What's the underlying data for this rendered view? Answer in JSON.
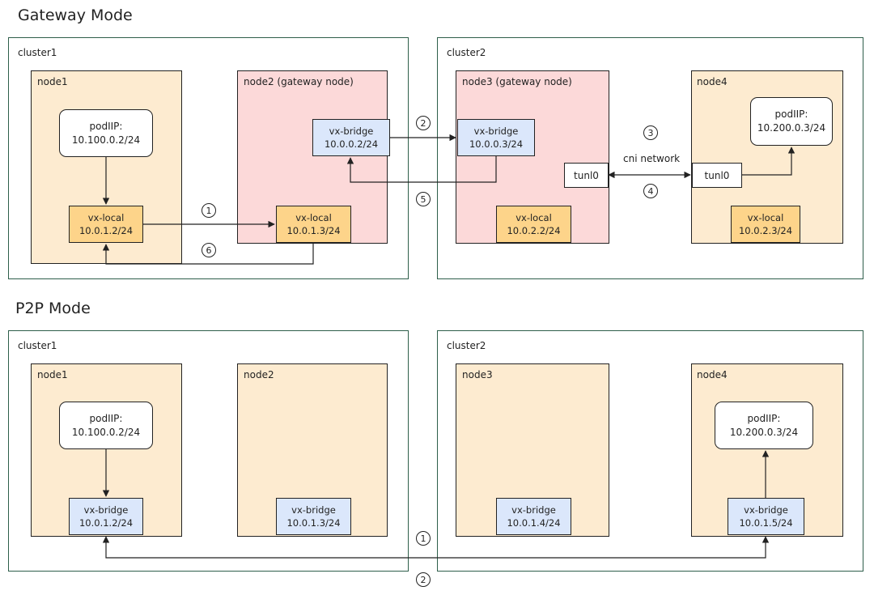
{
  "gateway": {
    "title": "Gateway Mode",
    "cluster1": {
      "label": "cluster1",
      "node1": {
        "label": "node1",
        "pod": {
          "line1": "podIIP:",
          "line2": "10.100.0.2/24"
        },
        "vx": {
          "name": "vx-local",
          "ip": "10.0.1.2/24"
        }
      },
      "node2": {
        "label": "node2 (gateway node)",
        "bridge": {
          "name": "vx-bridge",
          "ip": "10.0.0.2/24"
        },
        "vx": {
          "name": "vx-local",
          "ip": "10.0.1.3/24"
        }
      }
    },
    "cluster2": {
      "label": "cluster2",
      "node3": {
        "label": "node3 (gateway node)",
        "bridge": {
          "name": "vx-bridge",
          "ip": "10.0.0.3/24"
        },
        "tunl": "tunl0",
        "vx": {
          "name": "vx-local",
          "ip": "10.0.2.2/24"
        }
      },
      "node4": {
        "label": "node4",
        "pod": {
          "line1": "podIIP:",
          "line2": "10.200.0.3/24"
        },
        "tunl": "tunl0",
        "vx": {
          "name": "vx-local",
          "ip": "10.0.2.3/24"
        }
      }
    },
    "cni_label": "cni network",
    "steps": [
      "1",
      "2",
      "3",
      "4",
      "5",
      "6"
    ]
  },
  "p2p": {
    "title": "P2P Mode",
    "cluster1": {
      "label": "cluster1",
      "node1": {
        "label": "node1",
        "pod": {
          "line1": "podIIP:",
          "line2": "10.100.0.2/24"
        },
        "bridge": {
          "name": "vx-bridge",
          "ip": "10.0.1.2/24"
        }
      },
      "node2": {
        "label": "node2",
        "bridge": {
          "name": "vx-bridge",
          "ip": "10.0.1.3/24"
        }
      }
    },
    "cluster2": {
      "label": "cluster2",
      "node3": {
        "label": "node3",
        "bridge": {
          "name": "vx-bridge",
          "ip": "10.0.1.4/24"
        }
      },
      "node4": {
        "label": "node4",
        "pod": {
          "line1": "podIIP:",
          "line2": "10.200.0.3/24"
        },
        "bridge": {
          "name": "vx-bridge",
          "ip": "10.0.1.5/24"
        }
      }
    },
    "steps": [
      "1",
      "2"
    ]
  },
  "colors": {
    "cluster_border": "#2e5e4a",
    "node_fill": "#fdebd0",
    "gateway_node_fill": "#fcd9d9",
    "vx_local_fill": "#fdd48a",
    "vx_bridge_fill": "#dbe7fb"
  }
}
